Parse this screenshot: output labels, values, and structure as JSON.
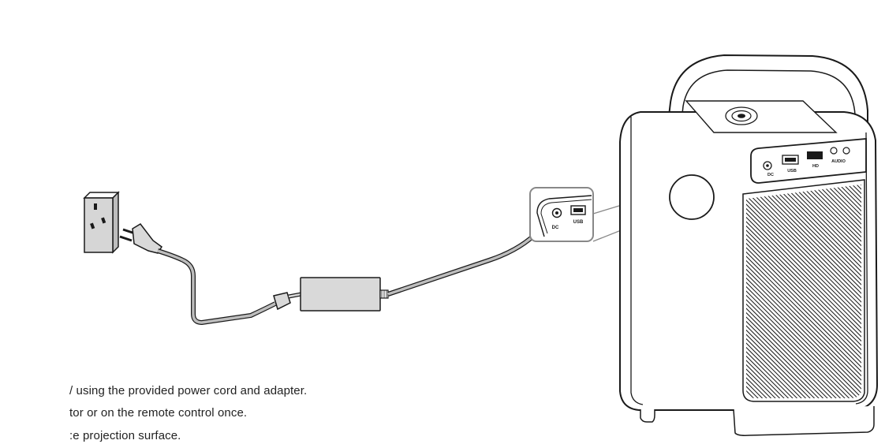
{
  "illustration": {
    "adapter_color": "#d9d9d9",
    "outline_color": "#1a1a1a",
    "cable_color": "#b3b3b3",
    "callout_color": "#888888",
    "icons": [
      "wall-outlet-icon",
      "power-plug-icon",
      "power-adapter-icon",
      "projector-icon"
    ],
    "port_labels": {
      "dc": "DC",
      "usb": "USB",
      "hd": "HD",
      "audio": "AUDIO"
    }
  },
  "instructions": {
    "line1": "/ using the provided power cord and adapter.",
    "line2": "tor or on the remote control once.",
    "line3": ":e projection surface."
  }
}
